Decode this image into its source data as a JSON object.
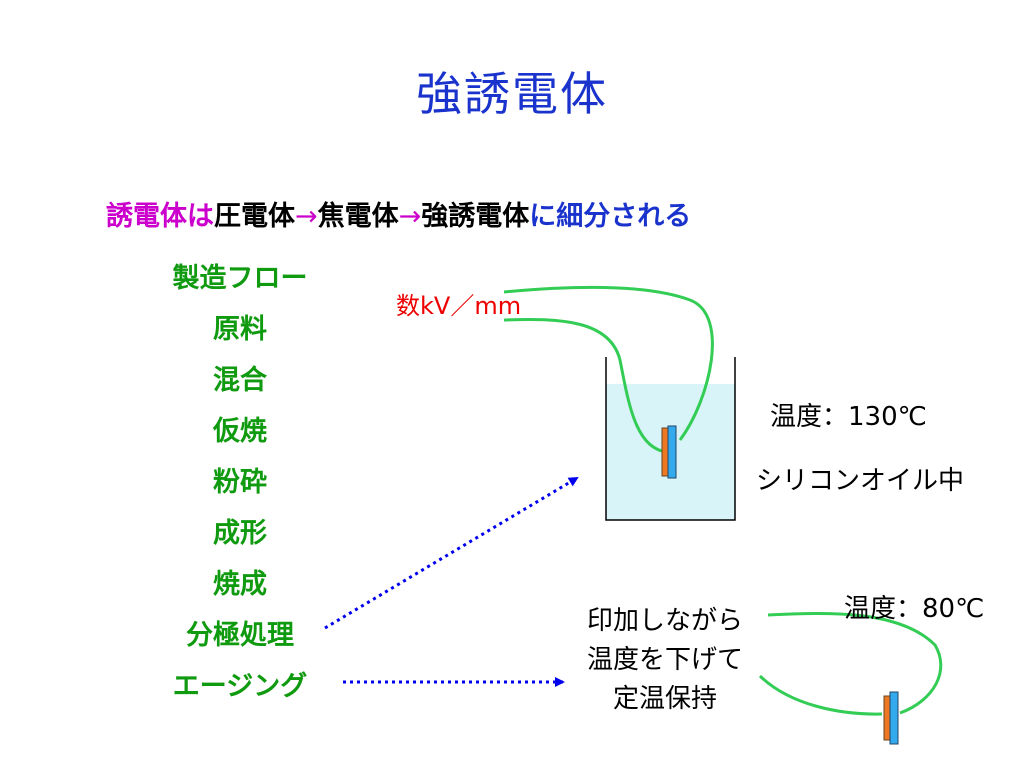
{
  "title": "強誘電体",
  "subtitle": {
    "part1": "誘電体は",
    "part2": "圧電体",
    "arrow": "→",
    "part3": "焦電体",
    "part4": "強誘電体",
    "part5": "に細分される"
  },
  "flow_steps": [
    "製造フロー",
    "原料",
    "混合",
    "仮焼",
    "粉砕",
    "成形",
    "焼成",
    "分極処理",
    "エージング"
  ],
  "voltage_label": {
    "prefix": "数",
    "rest": "kV／mm"
  },
  "bath_temperature": "温度：130℃",
  "bath_medium": "シリコンオイル中",
  "aging_temperature": "温度：80℃",
  "aging_note": [
    "印加しながら",
    "温度を下げて",
    "定温保持"
  ],
  "colors": {
    "title": "#1a33cc",
    "magenta": "#cc00cc",
    "blue": "#1a33cc",
    "green_text": "#109a10",
    "wire": "#33cc55",
    "oil": "#d8f4f8",
    "electrode": "#33aaee",
    "sample": "#ee7722",
    "dotted_arrow": "#0000ee",
    "red": "#ee0000"
  }
}
